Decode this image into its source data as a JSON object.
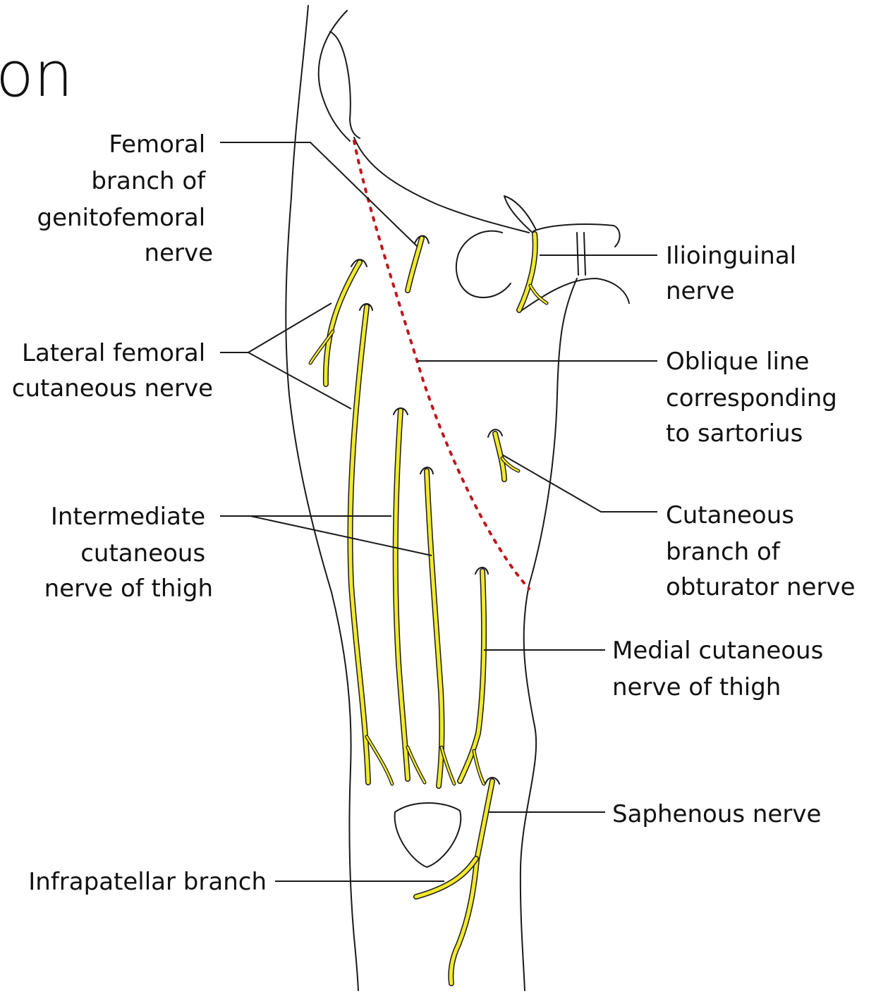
{
  "title_fragment": "on",
  "colors": {
    "nerve": "#f2ea2c",
    "outline": "#1a1a1a",
    "oblique_line": "#c0191e"
  },
  "labels": {
    "femoral_branch": [
      "Femoral",
      "branch of",
      "genitofemoral",
      "nerve"
    ],
    "lateral_femoral": [
      "Lateral femoral",
      "cutaneous nerve"
    ],
    "intermediate": [
      "Intermediate",
      "cutaneous",
      "nerve of thigh"
    ],
    "infrapatellar": [
      "Infrapatellar branch"
    ],
    "ilioinguinal": [
      "Ilioinguinal",
      "nerve"
    ],
    "oblique_line": [
      "Oblique line",
      "corresponding",
      "to sartorius"
    ],
    "obturator": [
      "Cutaneous",
      "branch of",
      "obturator nerve"
    ],
    "medial_cutaneous": [
      "Medial cutaneous",
      "nerve of thigh"
    ],
    "saphenous": [
      "Saphenous nerve"
    ]
  }
}
